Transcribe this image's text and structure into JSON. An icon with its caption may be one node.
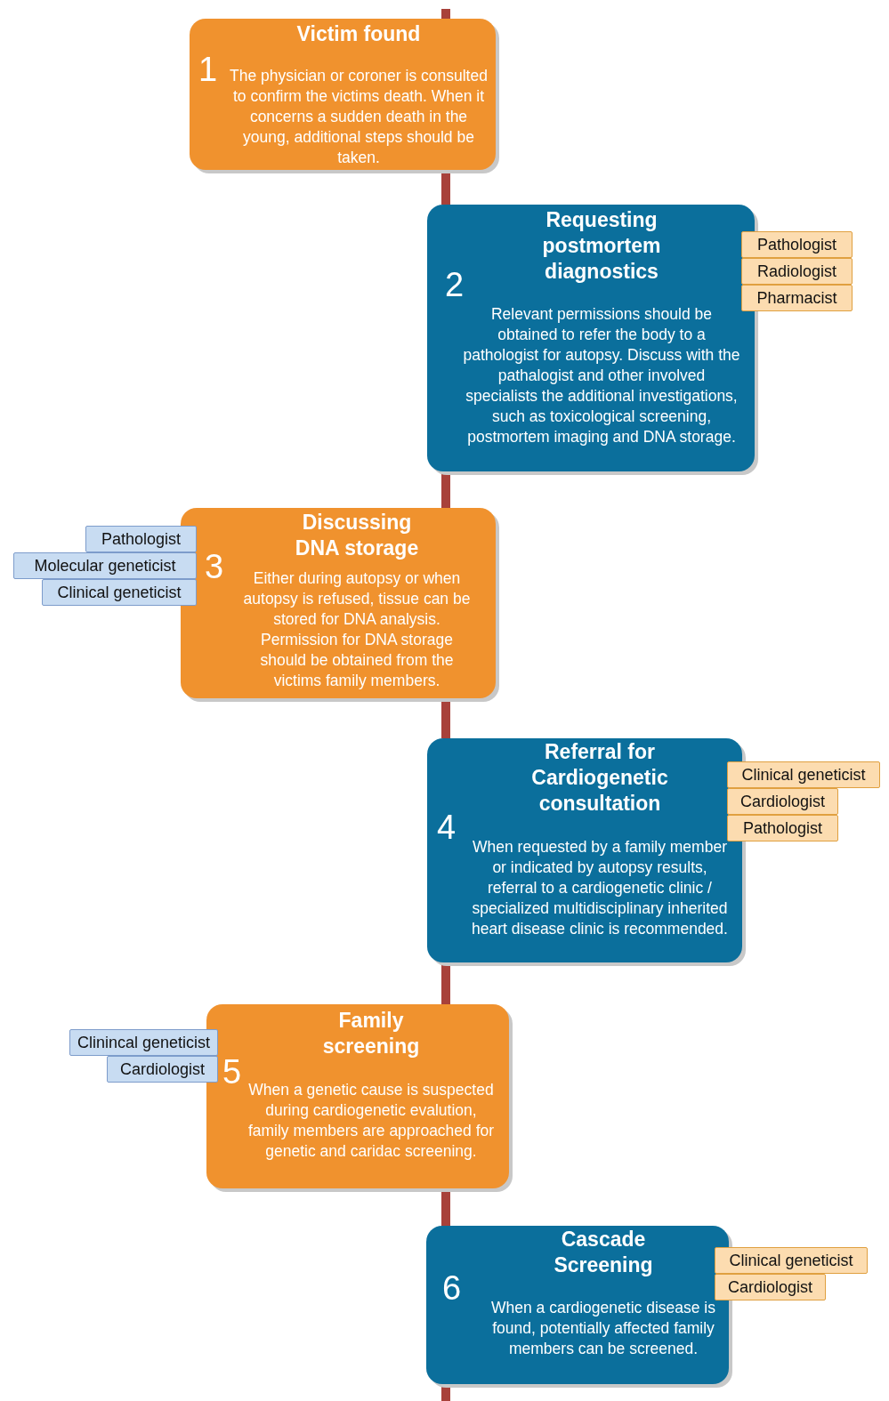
{
  "diagram": {
    "nodes": [
      {
        "text": [
          "Victim found",
          "1",
          "The physician or coroner is consulted to confirm the victims death. When it concerns a sudden death in the young, additional steps should be taken."
        ]
      },
      {
        "text": [
          "Requesting postmortem diagnostics",
          "2",
          "Relevant permissions should be obtained to refer the body to a pathologist for autopsy. Discuss with the pathalogist and other involved specialists the additional investigations, such as toxicological screening, postmortem imaging and DNA storage."
        ]
      },
      {
        "text": [
          "Pathologist"
        ]
      },
      {
        "text": [
          "Radiologist"
        ]
      },
      {
        "text": [
          "Pharmacist"
        ]
      },
      {
        "text": [
          "Discussing DNA storage",
          "3",
          "Either during autopsy or when autopsy is refused, tissue can be stored for DNA analysis. Permission for DNA storage should be obtained from the victims family members."
        ]
      },
      {
        "text": [
          "Pathologist"
        ]
      },
      {
        "text": [
          "Molecular geneticist"
        ]
      },
      {
        "text": [
          "Clinical geneticist"
        ]
      },
      {
        "text": [
          "Referral for Cardiogenetic consultation",
          "4",
          "When requested by a family member or indicated by autopsy results, referral to a cardiogenetic clinic / specialized multidisciplinary inherited heart disease clinic is recommended."
        ]
      },
      {
        "text": [
          "Clinical geneticist"
        ]
      },
      {
        "text": [
          "Cardiologist"
        ]
      },
      {
        "text": [
          "Pathologist"
        ]
      },
      {
        "text": [
          "Family screening",
          "5",
          "When a genetic cause is suspected during cardiogenetic evalution, family members are approached for genetic and caridac screening."
        ]
      },
      {
        "text": [
          "Clinincal geneticist"
        ]
      },
      {
        "text": [
          "Cardiologist"
        ]
      },
      {
        "text": [
          "Cascade Screening",
          "6",
          "When a cardiogenetic disease is found, potentially affected family members can be screened."
        ]
      },
      {
        "text": [
          "Clinical geneticist"
        ]
      },
      {
        "text": [
          "Cardiologist"
        ]
      }
    ],
    "edges": [
      {
        "from": null,
        "to": 0,
        "arrow": "none"
      },
      {
        "from": 0,
        "to": 1,
        "arrow": "none"
      },
      {
        "from": 1,
        "to": 5,
        "arrow": "none"
      },
      {
        "from": 5,
        "to": 9,
        "arrow": "none"
      },
      {
        "from": 9,
        "to": 13,
        "arrow": "none"
      },
      {
        "from": 13,
        "to": 16,
        "arrow": "none"
      },
      {
        "from": 16,
        "to": null,
        "arrow": "none"
      }
    ]
  }
}
